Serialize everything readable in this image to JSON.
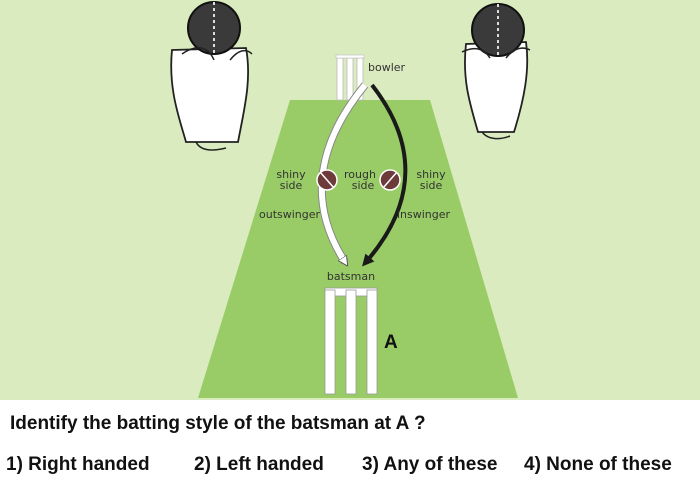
{
  "diagram": {
    "labels": {
      "bowler": "bowler",
      "shiny_left": [
        "shiny",
        "side"
      ],
      "rough": [
        "rough",
        "side"
      ],
      "shiny_right": [
        "shiny",
        "side"
      ],
      "outswinger": "outswinger",
      "inswinger": "inswinger",
      "batsman": "batsman",
      "marker": "A"
    },
    "colors": {
      "background": "#d9ebbf",
      "pitch": "#99cc66",
      "outswinger_path": "#ffffff",
      "inswinger_path": "#1a1a1a",
      "ball": "#6e3b3b"
    },
    "icons": [
      "left-hand-holding-ball-icon",
      "right-hand-holding-ball-icon",
      "cricket-ball-icon",
      "stumps-icon"
    ]
  },
  "question": "Identify the batting style of the batsman at A ?",
  "options": [
    "1) Right handed",
    "2) Left handed",
    "3) Any of these",
    "4) None of these"
  ]
}
